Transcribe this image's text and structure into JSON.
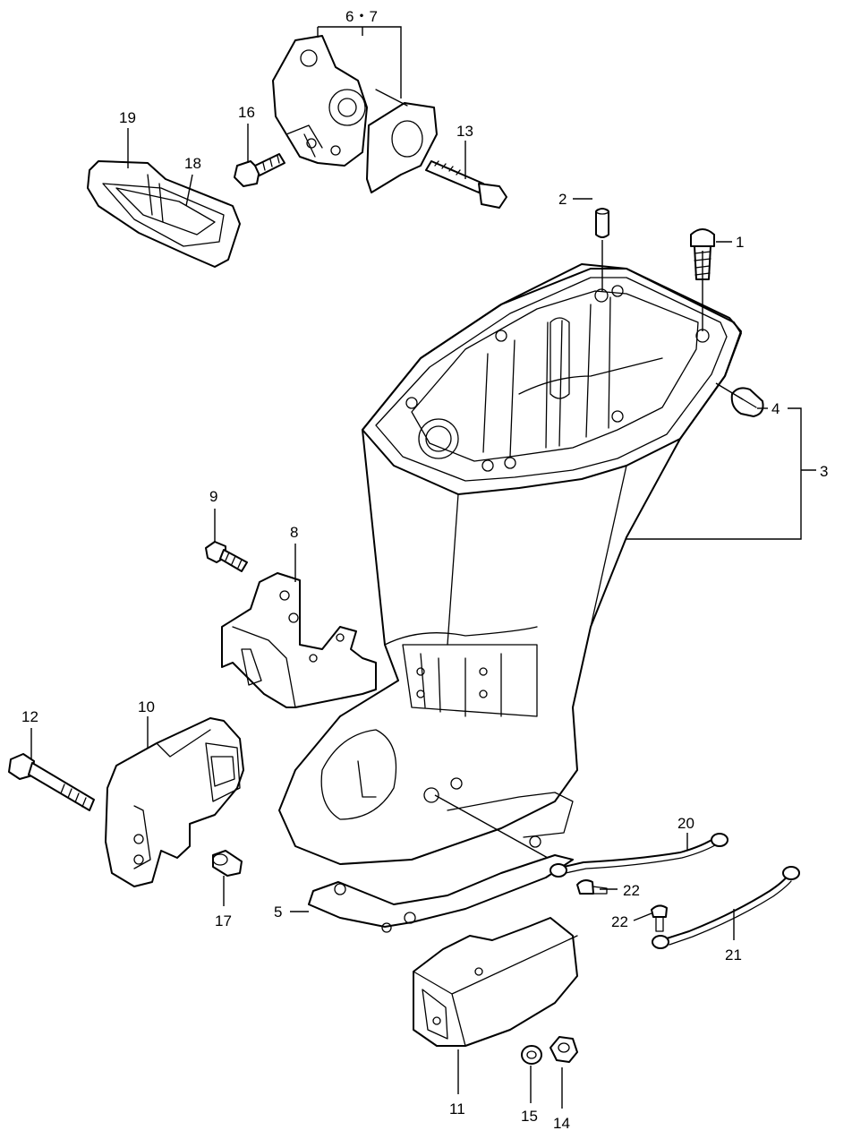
{
  "diagram": {
    "callouts": [
      {
        "id": "c1",
        "text": "1"
      },
      {
        "id": "c2",
        "text": "2"
      },
      {
        "id": "c3",
        "text": "3"
      },
      {
        "id": "c4",
        "text": "4"
      },
      {
        "id": "c5",
        "text": "5"
      },
      {
        "id": "c67",
        "text": "6・7"
      },
      {
        "id": "c8",
        "text": "8"
      },
      {
        "id": "c9",
        "text": "9"
      },
      {
        "id": "c10",
        "text": "10"
      },
      {
        "id": "c11",
        "text": "11"
      },
      {
        "id": "c12",
        "text": "12"
      },
      {
        "id": "c13",
        "text": "13"
      },
      {
        "id": "c14",
        "text": "14"
      },
      {
        "id": "c15",
        "text": "15"
      },
      {
        "id": "c16",
        "text": "16"
      },
      {
        "id": "c17",
        "text": "17"
      },
      {
        "id": "c18",
        "text": "18"
      },
      {
        "id": "c19",
        "text": "19"
      },
      {
        "id": "c20",
        "text": "20"
      },
      {
        "id": "c21",
        "text": "21"
      },
      {
        "id": "c22a",
        "text": "22"
      },
      {
        "id": "c22b",
        "text": "22"
      }
    ]
  }
}
